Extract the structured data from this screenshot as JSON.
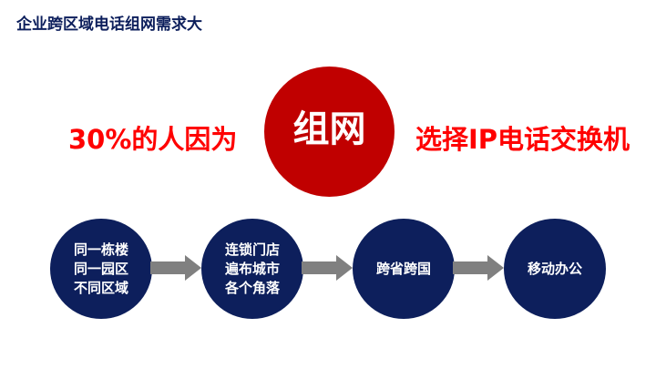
{
  "title": "企业跨区域电话组网需求大",
  "center_circle": "组网",
  "left_text": "30%的人因为",
  "right_text": "选择IP电话交换机",
  "flow": [
    {
      "lines": [
        "同一栋楼",
        "同一园区",
        "不同区域"
      ]
    },
    {
      "lines": [
        "连锁门店",
        "遍布城市",
        "各个角落"
      ]
    },
    {
      "lines": [
        "跨省跨国"
      ]
    },
    {
      "lines": [
        "移动办公"
      ]
    }
  ],
  "colors": {
    "navy": "#0d1f5c",
    "red": "#c00000",
    "text_red": "#ff0000",
    "arrow": "#808080"
  }
}
